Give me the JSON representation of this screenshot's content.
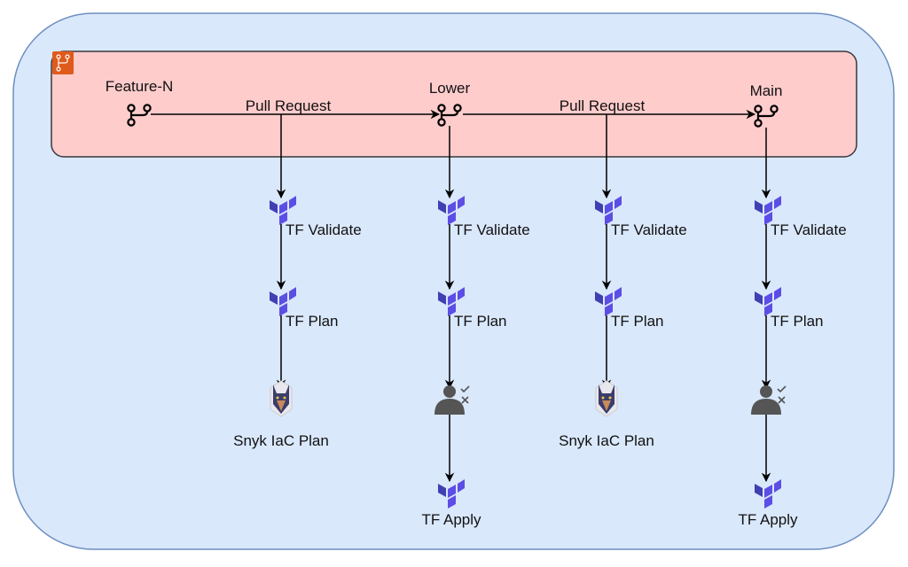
{
  "colors": {
    "outer_fill": "#dae8fc",
    "outer_stroke": "#6c8ebf",
    "repo_fill": "#ffcccc",
    "repo_stroke": "#36393d",
    "git_badge": "#e05a1b",
    "terraform": "#5c4ee5",
    "person": "#555555"
  },
  "branches": [
    {
      "label": "Feature-N",
      "icon": "git-branch-icon"
    },
    {
      "label": "Lower",
      "icon": "git-branch-icon"
    },
    {
      "label": "Main",
      "icon": "git-branch-icon"
    }
  ],
  "merges": [
    {
      "label": "Pull Request"
    },
    {
      "label": "Pull Request"
    }
  ],
  "columns": [
    {
      "steps": [
        {
          "icon": "terraform-icon",
          "label": "TF Validate"
        },
        {
          "icon": "terraform-icon",
          "label": "TF Plan"
        },
        {
          "icon": "snyk-icon",
          "label": "Snyk IaC Plan"
        }
      ]
    },
    {
      "steps": [
        {
          "icon": "terraform-icon",
          "label": "TF Validate"
        },
        {
          "icon": "terraform-icon",
          "label": "TF Plan"
        },
        {
          "icon": "approver-icon",
          "label": ""
        },
        {
          "icon": "terraform-icon",
          "label": "TF Apply"
        }
      ]
    },
    {
      "steps": [
        {
          "icon": "terraform-icon",
          "label": "TF Validate"
        },
        {
          "icon": "terraform-icon",
          "label": "TF Plan"
        },
        {
          "icon": "snyk-icon",
          "label": "Snyk IaC Plan"
        }
      ]
    },
    {
      "steps": [
        {
          "icon": "terraform-icon",
          "label": "TF Validate"
        },
        {
          "icon": "terraform-icon",
          "label": "TF Plan"
        },
        {
          "icon": "approver-icon",
          "label": ""
        },
        {
          "icon": "terraform-icon",
          "label": "TF Apply"
        }
      ]
    }
  ]
}
